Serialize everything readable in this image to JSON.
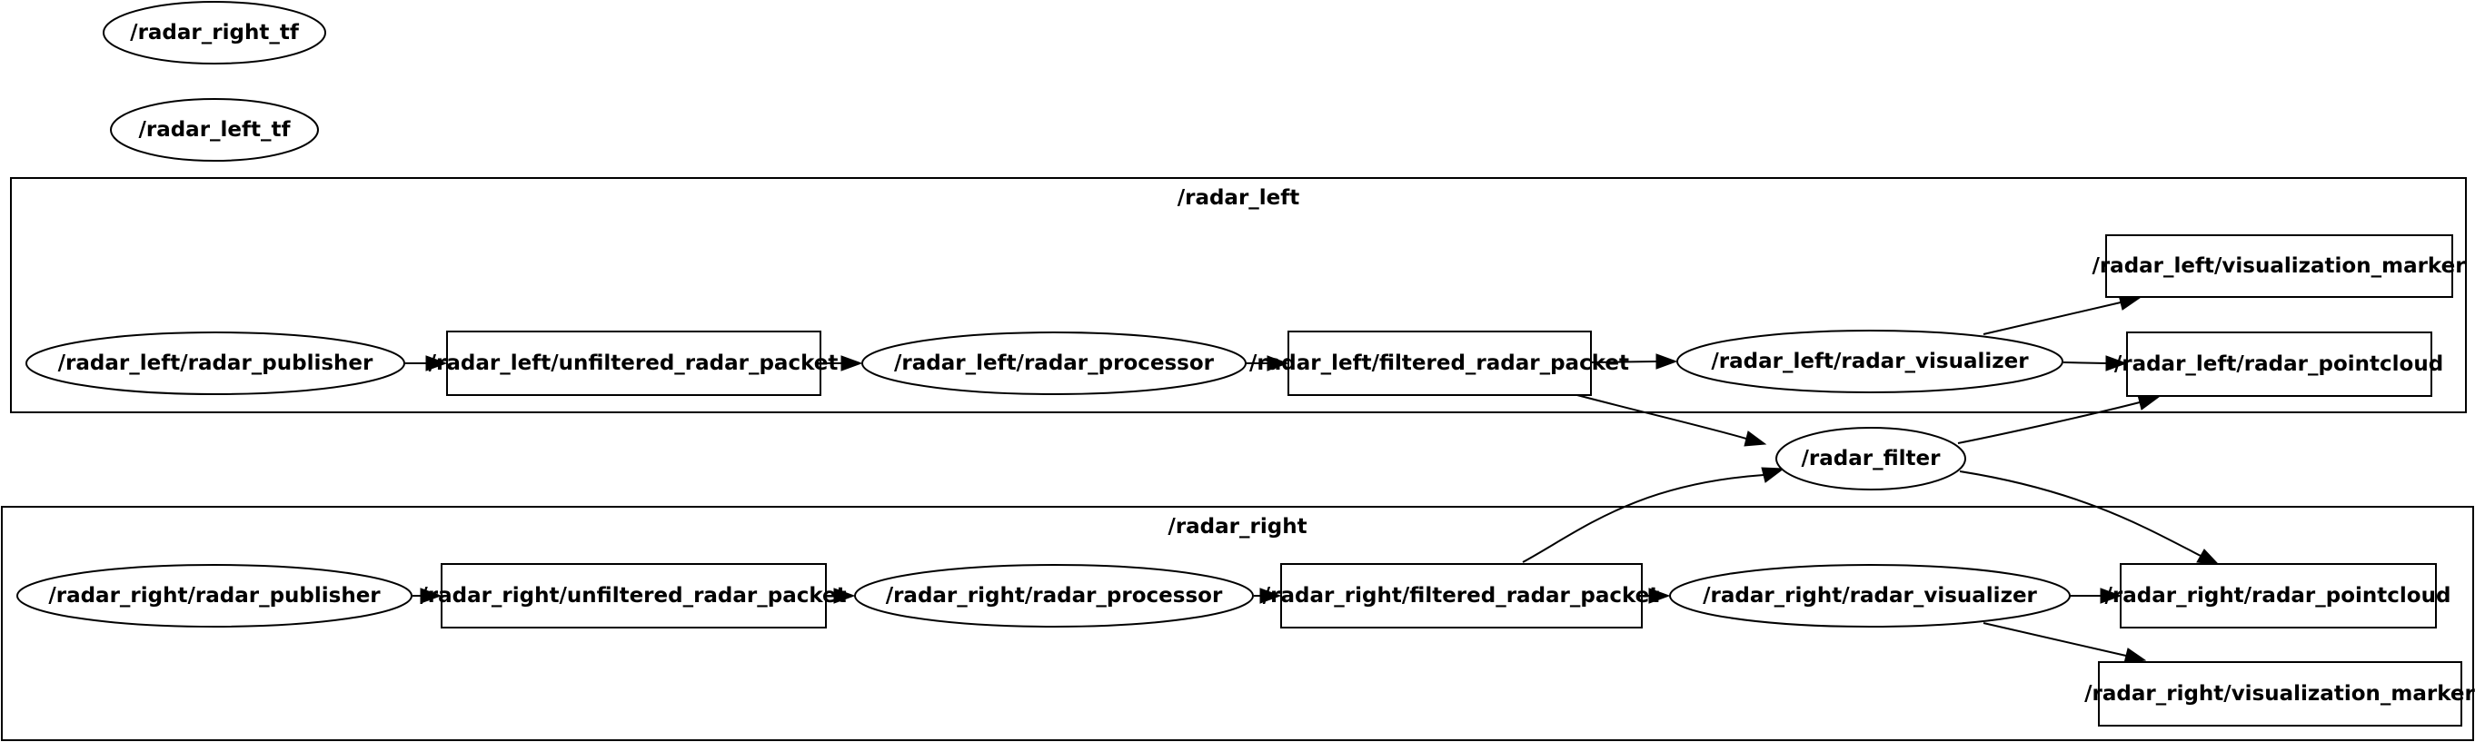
{
  "clusters": {
    "radar_left": {
      "label": "/radar_left"
    },
    "radar_right": {
      "label": "/radar_right"
    }
  },
  "nodes": {
    "radar_right_tf": {
      "label": "/radar_right_tf",
      "kind": "node"
    },
    "radar_left_tf": {
      "label": "/radar_left_tf",
      "kind": "node"
    },
    "left_publisher": {
      "label": "/radar_left/radar_publisher",
      "kind": "node"
    },
    "left_unfiltered": {
      "label": "/radar_left/unfiltered_radar_packet",
      "kind": "topic"
    },
    "left_processor": {
      "label": "/radar_left/radar_processor",
      "kind": "node"
    },
    "left_filtered": {
      "label": "/radar_left/filtered_radar_packet",
      "kind": "topic"
    },
    "left_visualizer": {
      "label": "/radar_left/radar_visualizer",
      "kind": "node"
    },
    "left_marker": {
      "label": "/radar_left/visualization_marker",
      "kind": "topic"
    },
    "left_pointcloud": {
      "label": "/radar_left/radar_pointcloud",
      "kind": "topic"
    },
    "radar_filter": {
      "label": "/radar_filter",
      "kind": "node"
    },
    "right_publisher": {
      "label": "/radar_right/radar_publisher",
      "kind": "node"
    },
    "right_unfiltered": {
      "label": "/radar_right/unfiltered_radar_packet",
      "kind": "topic"
    },
    "right_processor": {
      "label": "/radar_right/radar_processor",
      "kind": "node"
    },
    "right_filtered": {
      "label": "/radar_right/filtered_radar_packet",
      "kind": "topic"
    },
    "right_visualizer": {
      "label": "/radar_right/radar_visualizer",
      "kind": "node"
    },
    "right_pointcloud": {
      "label": "/radar_right/radar_pointcloud",
      "kind": "topic"
    },
    "right_marker": {
      "label": "/radar_right/visualization_marker",
      "kind": "topic"
    }
  },
  "edges": [
    {
      "from": "left_publisher",
      "to": "left_unfiltered"
    },
    {
      "from": "left_unfiltered",
      "to": "left_processor"
    },
    {
      "from": "left_processor",
      "to": "left_filtered"
    },
    {
      "from": "left_filtered",
      "to": "left_visualizer"
    },
    {
      "from": "left_visualizer",
      "to": "left_marker"
    },
    {
      "from": "left_visualizer",
      "to": "left_pointcloud"
    },
    {
      "from": "left_filtered",
      "to": "radar_filter"
    },
    {
      "from": "right_filtered",
      "to": "radar_filter"
    },
    {
      "from": "radar_filter",
      "to": "left_pointcloud"
    },
    {
      "from": "radar_filter",
      "to": "right_pointcloud"
    },
    {
      "from": "right_publisher",
      "to": "right_unfiltered"
    },
    {
      "from": "right_unfiltered",
      "to": "right_processor"
    },
    {
      "from": "right_processor",
      "to": "right_filtered"
    },
    {
      "from": "right_filtered",
      "to": "right_visualizer"
    },
    {
      "from": "right_visualizer",
      "to": "right_pointcloud"
    },
    {
      "from": "right_visualizer",
      "to": "right_marker"
    }
  ]
}
